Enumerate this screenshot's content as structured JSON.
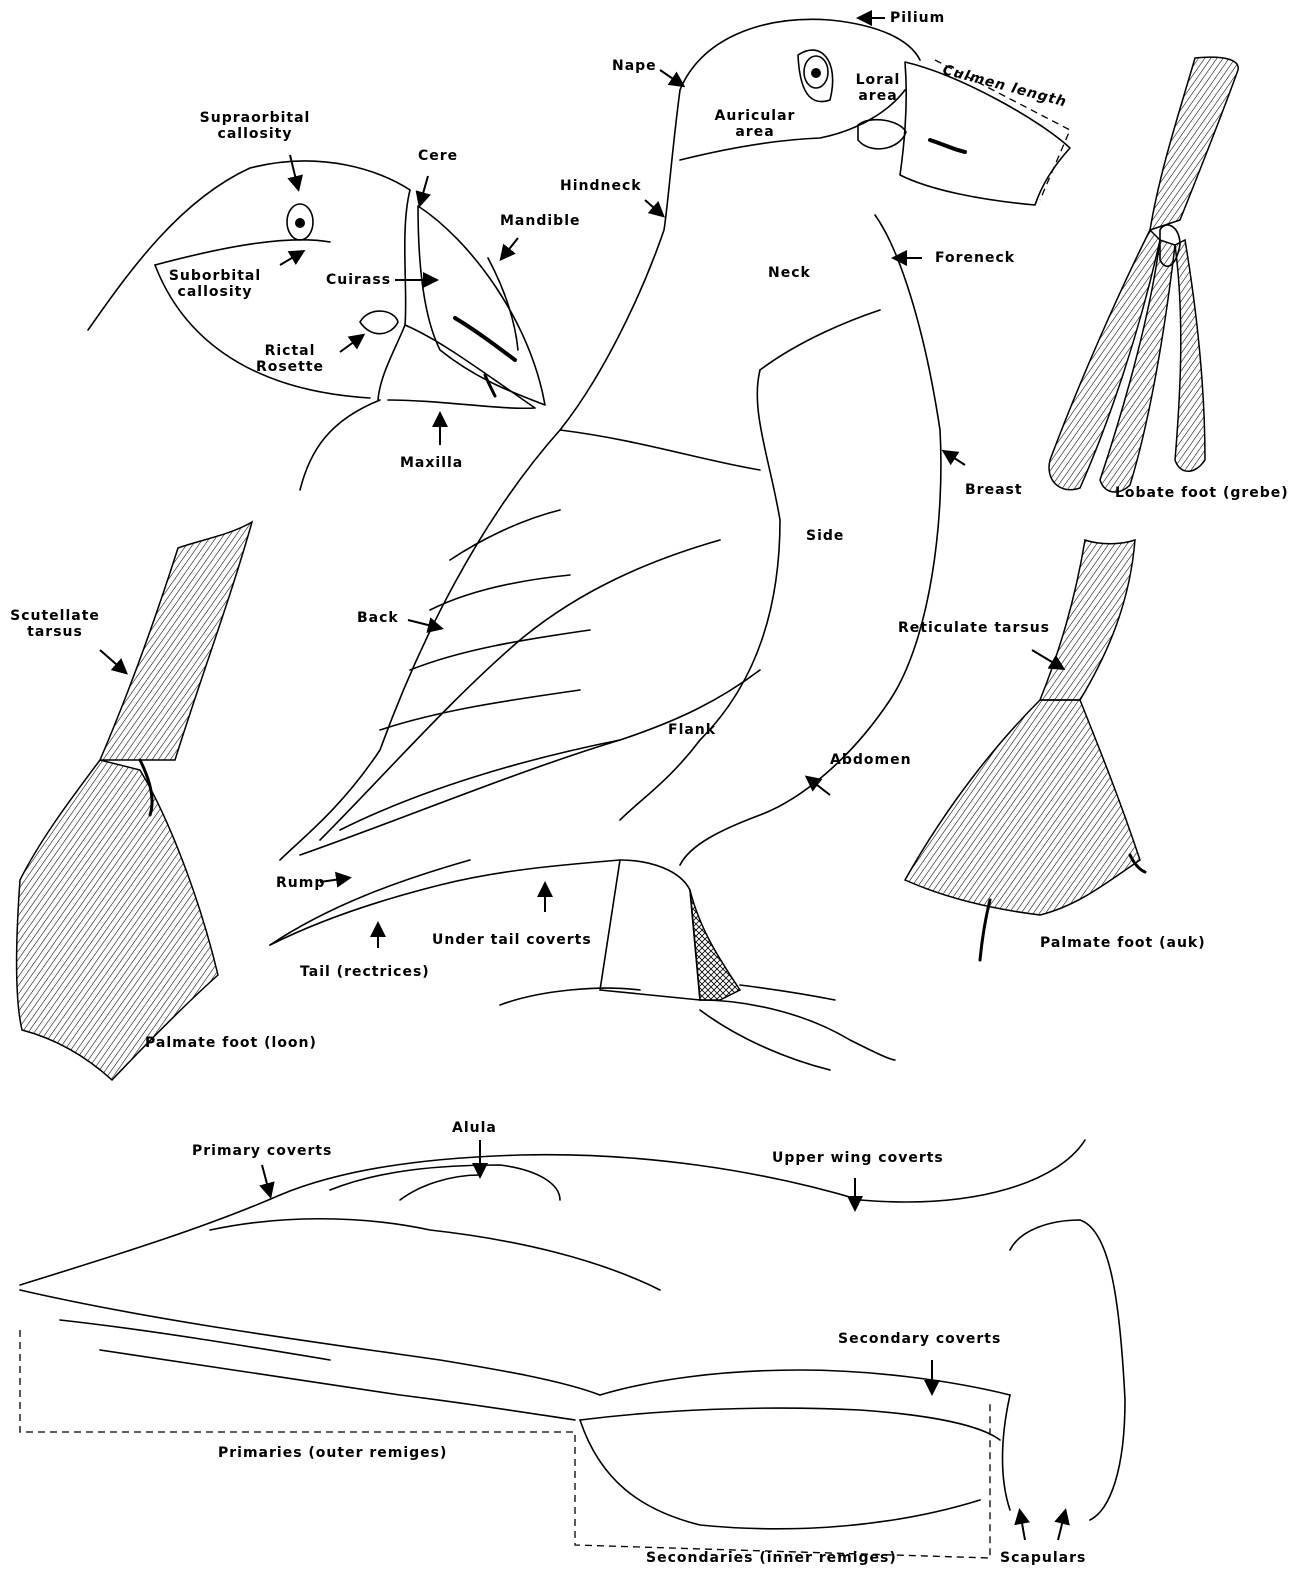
{
  "labels": {
    "pilium": "Pilium",
    "nape": "Nape",
    "culmen_length": "Culmen length",
    "loral_area": "Loral area",
    "auricular_area": "Auricular area",
    "hindneck": "Hindneck",
    "foreneck": "Foreneck",
    "neck": "Neck",
    "breast": "Breast",
    "side": "Side",
    "back": "Back",
    "flank": "Flank",
    "abdomen": "Abdomen",
    "rump": "Rump",
    "under_tail_coverts": "Under tail coverts",
    "tail": "Tail (rectrices)",
    "supraorbital_callosity": "Supraorbital callosity",
    "cere": "Cere",
    "mandible": "Mandible",
    "suborbital_callosity": "Suborbital callosity",
    "cuirass": "Cuirass",
    "rictal_rosette": "Rictal Rosette",
    "maxilla": "Maxilla",
    "lobate_foot": "Lobate foot (grebe)",
    "scutellate_tarsus": "Scutellate tarsus",
    "palmate_foot_loon": "Palmate foot (loon)",
    "reticulate_tarsus": "Reticulate tarsus",
    "palmate_foot_auk": "Palmate foot (auk)",
    "alula": "Alula",
    "primary_coverts": "Primary coverts",
    "upper_wing_coverts": "Upper wing coverts",
    "secondary_coverts": "Secondary coverts",
    "primaries": "Primaries (outer remiges)",
    "secondaries": "Secondaries (inner remiges)",
    "scapulars": "Scapulars"
  }
}
